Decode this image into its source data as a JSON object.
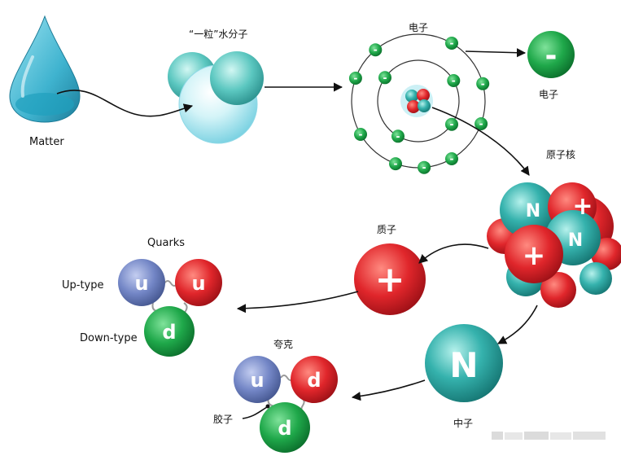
{
  "labels": {
    "matter": "Matter",
    "water_molecule": "“一粒”水分子",
    "electron_top": "电子",
    "electron_right": "电子",
    "nucleus": "原子核",
    "proton": "质子",
    "neutron": "中子",
    "quarks": "Quarks",
    "up_type": "Up-type",
    "down_type": "Down-type",
    "quark_cn": "夸克",
    "gluon": "胶子"
  },
  "symbols": {
    "electron": "-",
    "plus": "+",
    "neutron": "N",
    "up": "u",
    "down": "d"
  },
  "colors": {
    "electron_green": "#1fa84a",
    "proton_red": "#e0262b",
    "neutron_teal": "#2fa7a3",
    "up_blue": "#6f83c4",
    "water_cyan": "#8fdde9"
  }
}
